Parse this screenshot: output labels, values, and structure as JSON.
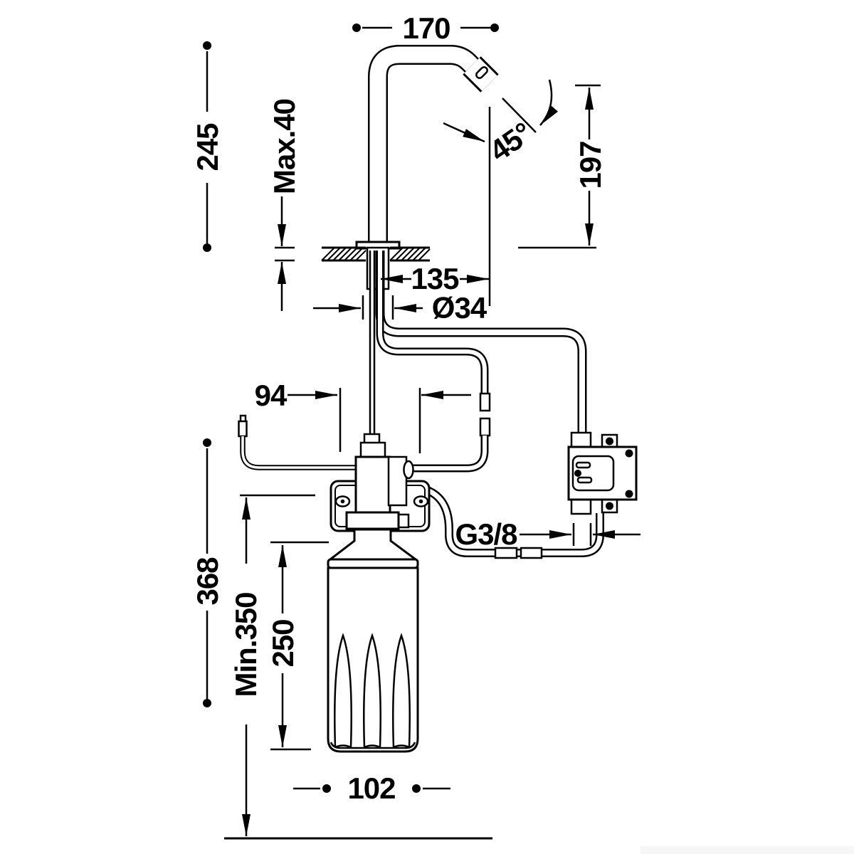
{
  "drawing": {
    "background": "#ffffff",
    "line_color": "#000000",
    "dimensions": {
      "spout_reach": "170",
      "spout_height": "245",
      "max_deck_thickness": "Max.40",
      "spout_angle": "45°",
      "outlet_height": "197",
      "outlet_offset": "135",
      "shank_diameter": "Ø34",
      "cable_offset": "94",
      "thread": "G3/8",
      "overall_depth": "368",
      "min_clearance": "Min.350",
      "bottle_height": "250",
      "bottle_width": "102"
    }
  }
}
